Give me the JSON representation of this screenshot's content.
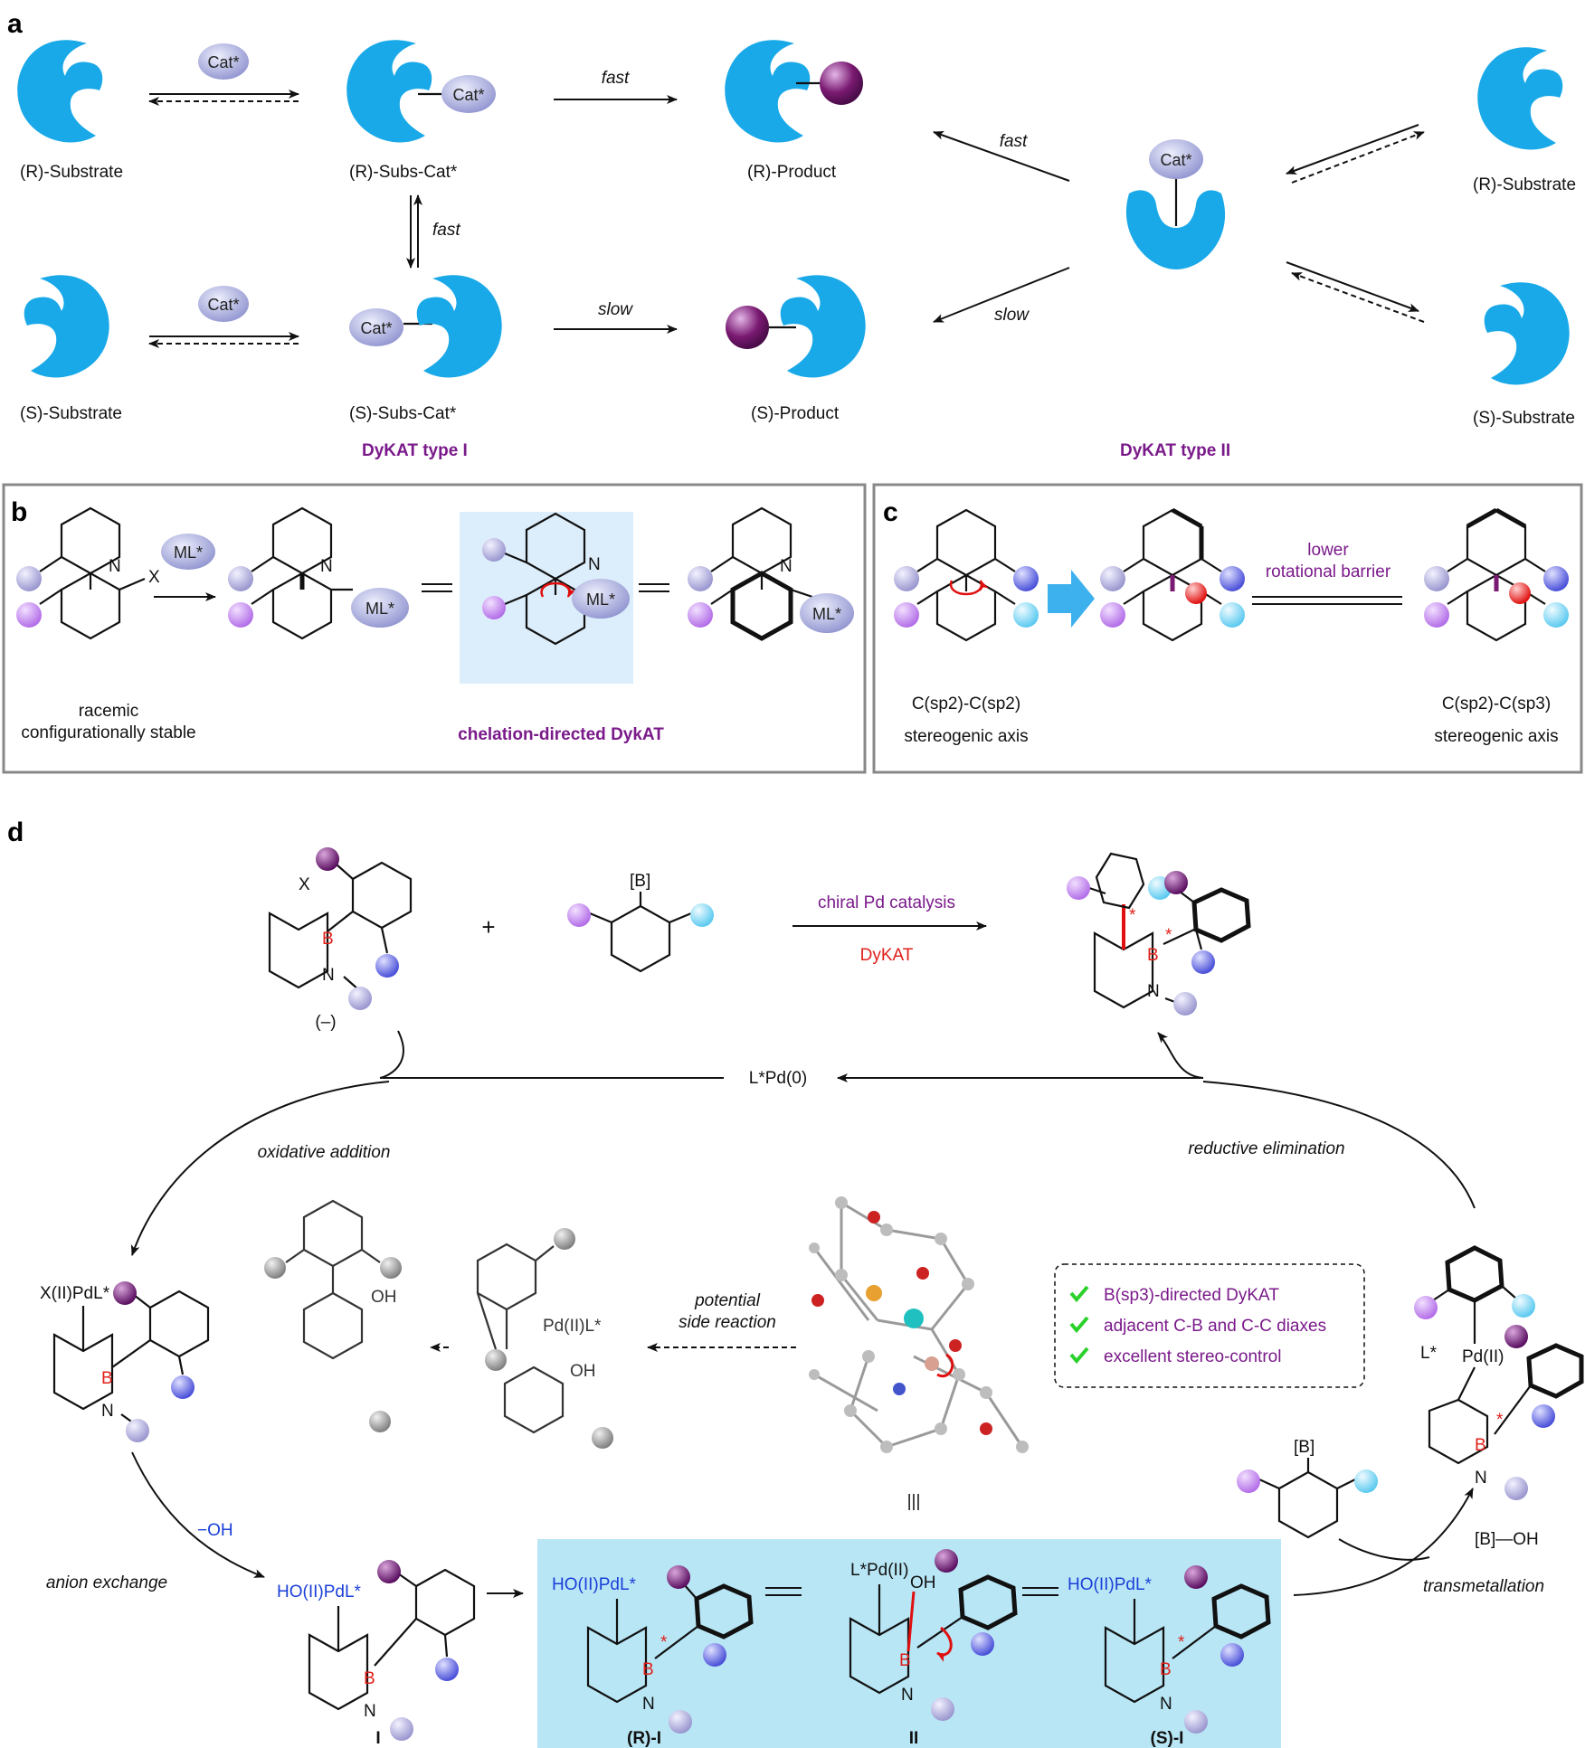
{
  "panels": {
    "a": "a",
    "b": "b",
    "c": "c",
    "d": "d"
  },
  "colors": {
    "substrate": "#1aa9e8",
    "product_ball": "#7a1a72",
    "catalyst": "#b6b8e6",
    "panel_label_purple": "#7a1a8a",
    "highlight_bg": "#b8e6f5",
    "chelation_bg": "#dceefb",
    "check": "#2bd12b",
    "ball_grey_purple": "#b3b0dc",
    "ball_violet": "#c58cf0",
    "ball_blue": "#6e74e8",
    "ball_cyan": "#8fdcf6",
    "ball_darkpurple": "#6b1a72",
    "ball_grey": "#8c8c8c"
  },
  "panel_a": {
    "cat": "Cat*",
    "r_substrate": "(R)-Substrate",
    "s_substrate": "(S)-Substrate",
    "r_subs_cat": "(R)-Subs-Cat*",
    "s_subs_cat": "(S)-Subs-Cat*",
    "r_product": "(R)-Product",
    "s_product": "(S)-Product",
    "fast": "fast",
    "slow": "slow",
    "type1": "DyKAT type I",
    "type2": "DyKAT type II"
  },
  "panel_b": {
    "ml": "ML*",
    "x": "X",
    "n": "N",
    "racemic": "racemic",
    "config": "configurationally stable",
    "chelation": "chelation-directed DykAT"
  },
  "panel_c": {
    "lower": "lower",
    "barrier": "rotational barrier",
    "axis1_line1": "C(sp2)-C(sp2)",
    "axis1_line2": "stereogenic axis",
    "axis2_line1": "C(sp2)-C(sp3)",
    "axis2_line2": "stereogenic axis"
  },
  "panel_d": {
    "x": "X",
    "b": "B",
    "n": "N",
    "minus": "(–)",
    "plus": "+",
    "boron": "[B]",
    "chiral": "chiral Pd catalysis",
    "dykat": "DyKAT",
    "pd0": "L*Pd(0)",
    "oxadd": "oxidative addition",
    "redelim": "reductive elimination",
    "side1": "potential",
    "side2": "side reaction",
    "oh": "OH",
    "xpdl": "X(II)PdL*",
    "pdl_side": "Pd(II)L*",
    "check1": "B(sp3)-directed DyKAT",
    "check2": "adjacent C-B and C-C diaxes",
    "check3": "excellent stereo-control",
    "hydroxide": "−OH",
    "anion": "anion exchange",
    "hopdl": "HO(II)PdL*",
    "lpd_oh": "L*Pd(II)",
    "lpd": "L*",
    "pd2": "Pd(II)",
    "boh": "[B]—OH",
    "transmet": "transmetallation",
    "label_I": "I",
    "label_RI": "(R)-I",
    "label_II": "II",
    "label_SI": "(S)-I",
    "star": "*",
    "equiv": "|||"
  }
}
